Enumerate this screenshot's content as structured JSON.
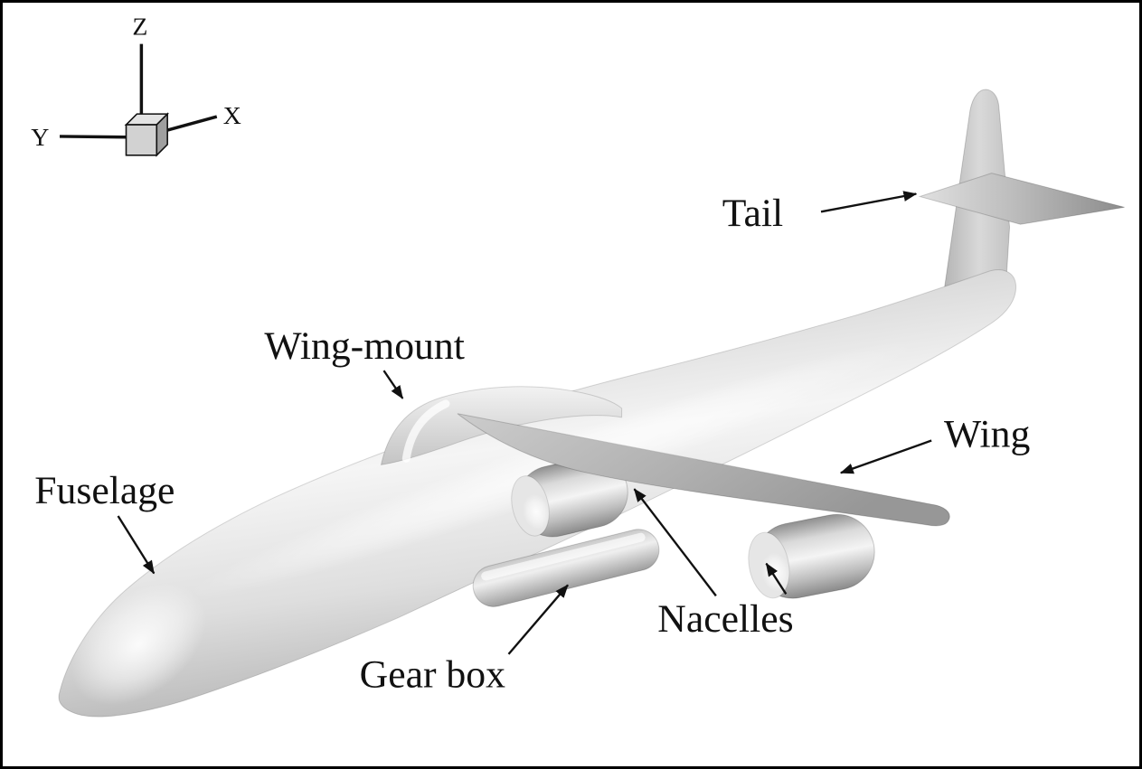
{
  "figure": {
    "background": "#ffffff",
    "border_color": "#000000"
  },
  "triad": {
    "x": "X",
    "y": "Y",
    "z": "Z"
  },
  "labels": {
    "tail": "Tail",
    "wing_mount": "Wing-mount",
    "wing": "Wing",
    "fuselage": "Fuselage",
    "nacelles": "Nacelles",
    "gear_box": "Gear box"
  },
  "colors": {
    "aircraft_body_gray": "#d9d9d9",
    "wing_gray": "#a8a8a8",
    "annotation_color": "#111111"
  }
}
